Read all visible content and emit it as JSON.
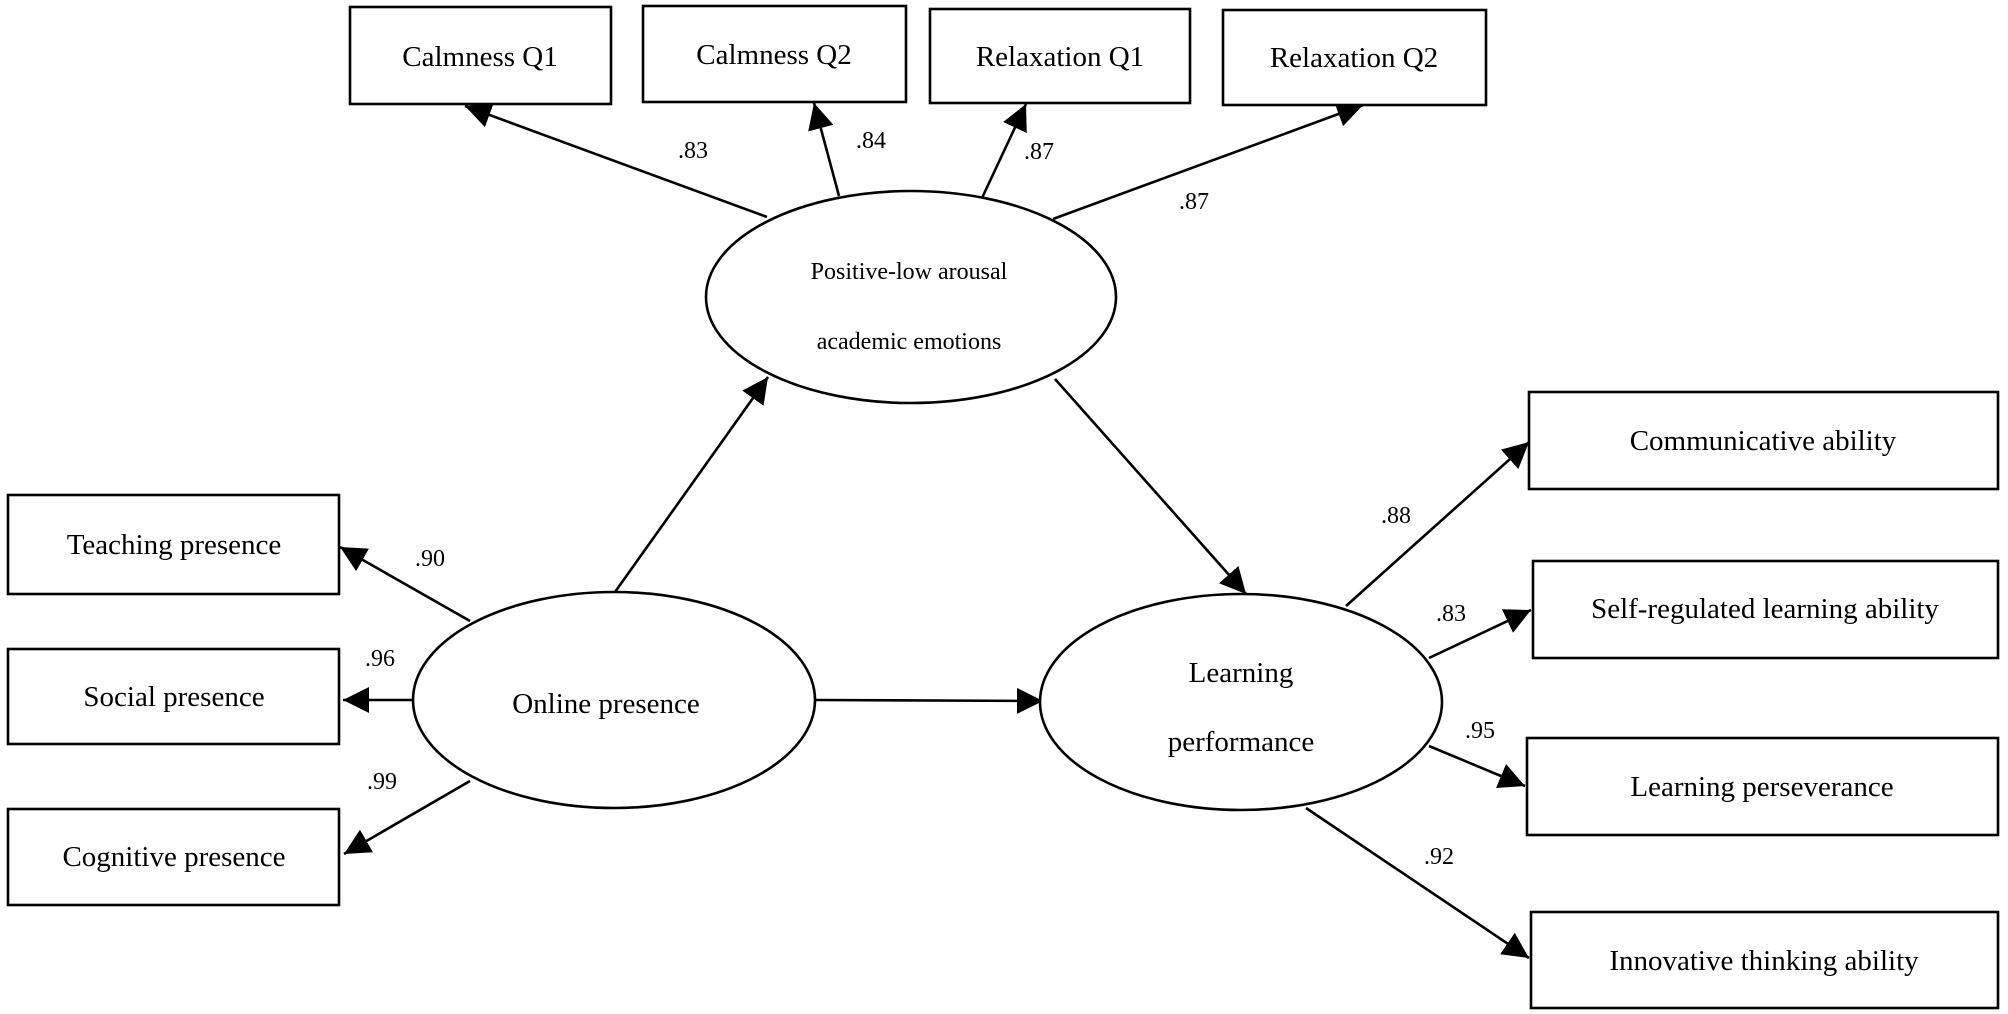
{
  "latent": {
    "emotions": {
      "line1": "Positive-low arousal",
      "line2": "academic emotions"
    },
    "online": {
      "label": "Online presence"
    },
    "performance": {
      "line1": "Learning",
      "line2": "performance"
    }
  },
  "indicators": {
    "calmness_q1": "Calmness Q1",
    "calmness_q2": "Calmness Q2",
    "relaxation_q1": "Relaxation Q1",
    "relaxation_q2": "Relaxation Q2",
    "teaching": "Teaching presence",
    "social": "Social presence",
    "cognitive": "Cognitive presence",
    "communicative": "Communicative ability",
    "self_regulated": "Self-regulated learning ability",
    "perseverance": "Learning perseverance",
    "innovative": "Innovative thinking ability"
  },
  "loadings": {
    "calmness_q1": ".83",
    "calmness_q2": ".84",
    "relaxation_q1": ".87",
    "relaxation_q2": ".87",
    "teaching": ".90",
    "social": ".96",
    "cognitive": ".99",
    "communicative": ".88",
    "self_regulated": ".83",
    "perseverance": ".95",
    "innovative": ".92"
  },
  "colors": {
    "stroke": "#000000",
    "background": "#ffffff"
  }
}
